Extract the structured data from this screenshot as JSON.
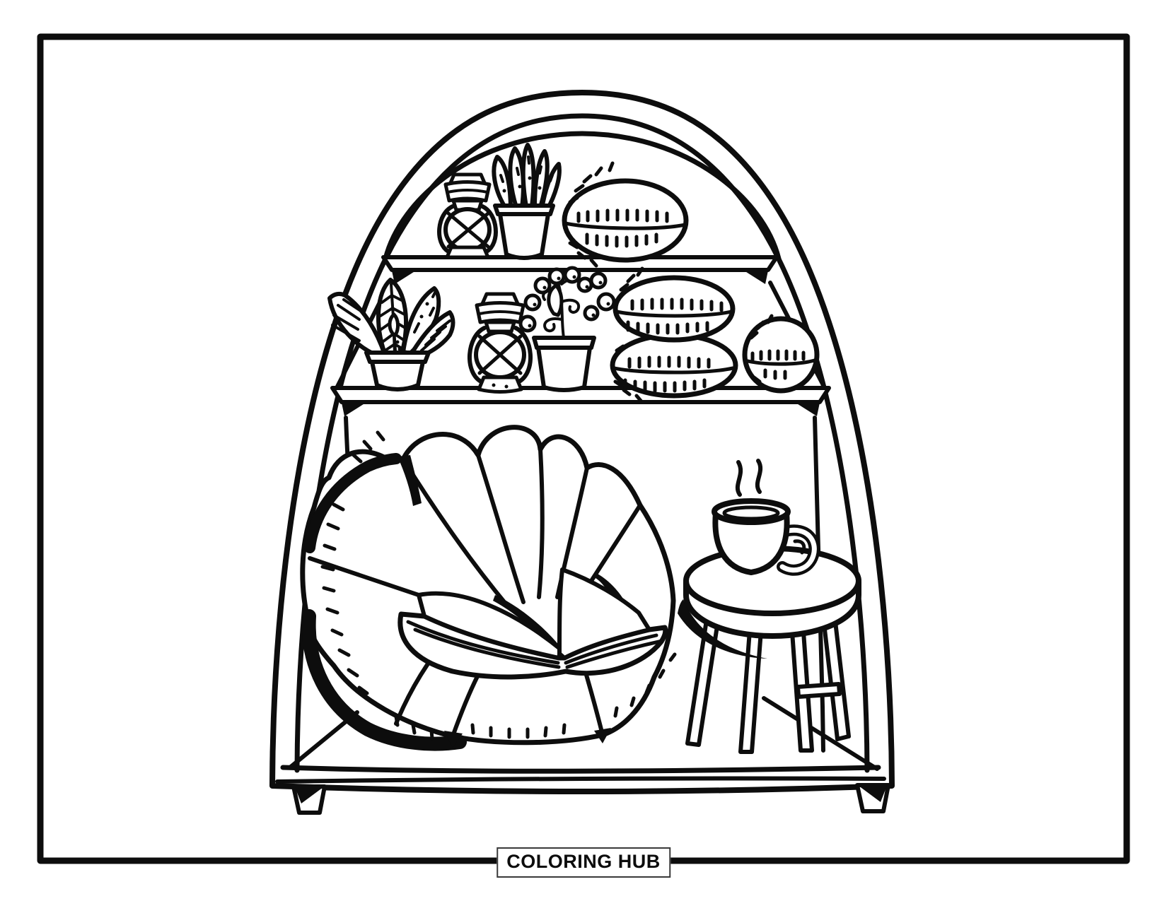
{
  "page": {
    "background_color": "#ffffff",
    "ink_color": "#0d0d0d"
  },
  "footer": {
    "brand_label": "COLORING HUB"
  },
  "scene": {
    "kind": "coloring-page-line-art",
    "subject": "cozy reading nook inside an arched shelf cabinet",
    "top_shelf_items": [
      "oil-lantern",
      "potted-plant",
      "striped-melon"
    ],
    "middle_shelf_items": [
      "leafy-potted-plant",
      "oil-lantern",
      "berry-plant-pot",
      "stacked-striped-melons",
      "round-striped-melon"
    ],
    "floor_items": [
      "bean-bag-chair",
      "open-book",
      "round-stool",
      "steaming-mug"
    ]
  }
}
